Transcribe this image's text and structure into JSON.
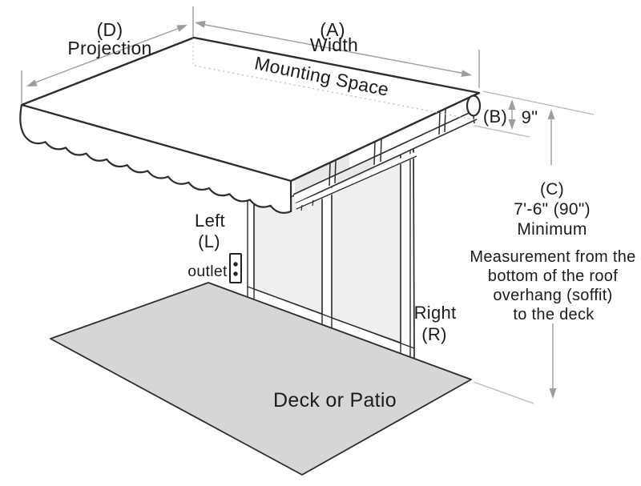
{
  "diagram_type": "awning-measurement-guide",
  "labels": {
    "d_code": "(D)",
    "d_name": "Projection",
    "a_code": "(A)",
    "a_name": "Width",
    "mounting_space": "Mounting Space",
    "b_code": "(B)",
    "b_value": "9\"",
    "c_code": "(C)",
    "c_value": "7'-6\" (90\")",
    "c_qualifier": "Minimum",
    "c_note1": "Measurement from the",
    "c_note2": "bottom of the roof",
    "c_note3": "overhang (soffit)",
    "c_note4": "to the deck",
    "left": "Left",
    "l_code": "(L)",
    "outlet": "outlet",
    "right": "Right",
    "r_code": "(R)",
    "deck": "Deck or Patio"
  },
  "icons": {
    "outlet_icon": "electrical-wall-outlet (rectangle with two dots)",
    "dimension_arrows": "thin gray measurement arrows"
  },
  "colors": {
    "background": "#ffffff",
    "structure_line": "#2d2d2d",
    "dimension_line": "#9d9d9d",
    "extension_line": "#b9b9b9",
    "deck_fill": "#d6d6d8",
    "glass_fill": "#efefef",
    "text": "#1c1c1c"
  }
}
